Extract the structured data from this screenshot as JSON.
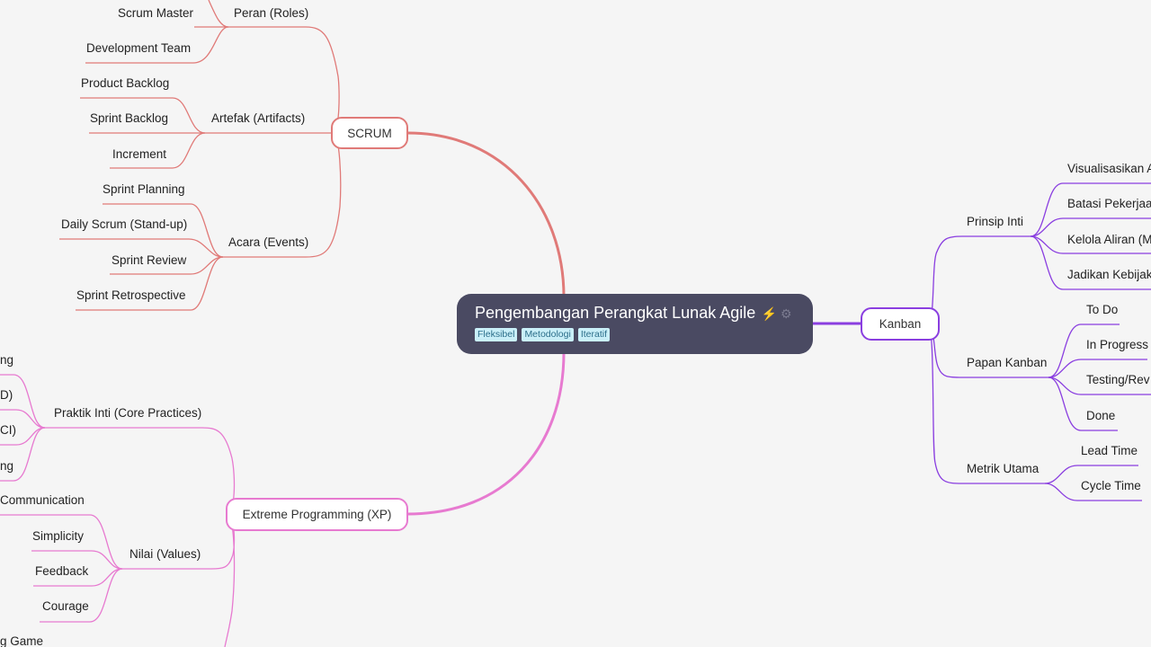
{
  "root": {
    "title": "Pengembangan Perangkat Lunak Agile",
    "icons": [
      "lightning-icon",
      "gear-icon"
    ],
    "tags": [
      "Fleksibel",
      "Metodologi",
      "Iteratif"
    ]
  },
  "colors": {
    "scrum": "#e07a78",
    "xp": "#e77ad0",
    "kanban": "#8a3ee0",
    "root_bg": "#4a4a62",
    "tag_bg": "#c9eff8"
  },
  "scrum": {
    "label": "SCRUM",
    "roles": {
      "label": "Peran (Roles)",
      "items": [
        "Scrum Master",
        "Development Team"
      ]
    },
    "artifacts": {
      "label": "Artefak (Artifacts)",
      "items": [
        "Product Backlog",
        "Sprint Backlog",
        "Increment"
      ]
    },
    "events": {
      "label": "Acara (Events)",
      "items": [
        "Sprint Planning",
        "Daily Scrum (Stand-up)",
        "Sprint Review",
        "Sprint Retrospective"
      ]
    }
  },
  "xp": {
    "label": "Extreme Programming (XP)",
    "practices": {
      "label": "Praktik Inti (Core Practices)",
      "items": [
        "ng",
        "D)",
        "CI)",
        "ng"
      ]
    },
    "values": {
      "label": "Nilai (Values)",
      "items": [
        "Communication",
        "Simplicity",
        "Feedback",
        "Courage"
      ]
    },
    "more": [
      "g Game"
    ]
  },
  "kanban": {
    "label": "Kanban",
    "principles": {
      "label": "Prinsip Inti",
      "items": [
        "Visualisasikan A",
        "Batasi Pekerjaa",
        "Kelola Aliran (M",
        "Jadikan Kebijak"
      ]
    },
    "board": {
      "label": "Papan Kanban",
      "items": [
        "To Do",
        "In Progress",
        "Testing/Rev",
        "Done"
      ]
    },
    "metrics": {
      "label": "Metrik Utama",
      "items": [
        "Lead Time",
        "Cycle Time"
      ]
    }
  }
}
